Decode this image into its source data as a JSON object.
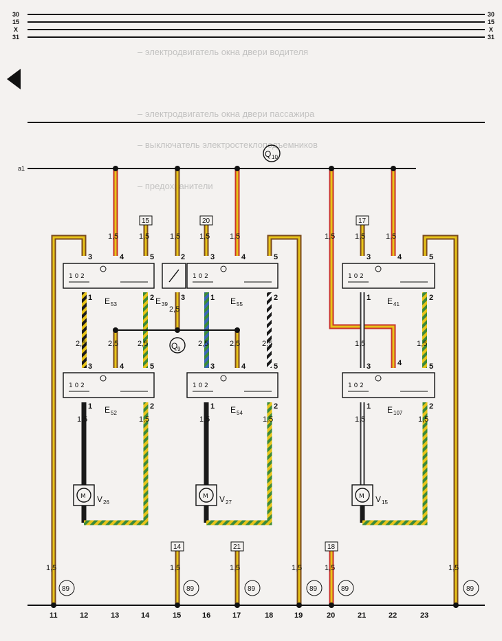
{
  "rails": [
    {
      "left": "30",
      "right": "30"
    },
    {
      "left": "15",
      "right": "15"
    },
    {
      "left": "X",
      "right": "X"
    },
    {
      "left": "31",
      "right": "31"
    }
  ],
  "bus_a1": "a1",
  "fuse_box_q10": {
    "letter": "Q",
    "sub": "10"
  },
  "ground_q9": {
    "letter": "Q",
    "sub": "9"
  },
  "switches": [
    {
      "letter": "E",
      "sub": "53"
    },
    {
      "letter": "E",
      "sub": "39"
    },
    {
      "letter": "E",
      "sub": "55"
    },
    {
      "letter": "E",
      "sub": "41"
    },
    {
      "letter": "E",
      "sub": "52"
    },
    {
      "letter": "E",
      "sub": "54"
    },
    {
      "letter": "E",
      "sub": "107"
    }
  ],
  "motors": [
    {
      "letter": "V",
      "sub": "26"
    },
    {
      "letter": "V",
      "sub": "27"
    },
    {
      "letter": "V",
      "sub": "15"
    }
  ],
  "motor_symbol": "M",
  "wire_gauges": {
    "g15": "1,5",
    "g25": "2,5"
  },
  "pins": {
    "p1": "1",
    "p2": "2",
    "p3": "3",
    "p4": "4",
    "p5": "5",
    "pin_row": "1 0 2"
  },
  "connectors_top": [
    "15",
    "20",
    "17"
  ],
  "connectors_bottom": [
    "14",
    "21",
    "18"
  ],
  "connector_89": "89",
  "column_numbers": [
    "11",
    "12",
    "13",
    "14",
    "15",
    "16",
    "17",
    "18",
    "19",
    "20",
    "21",
    "22",
    "23"
  ],
  "bleed_text": [
    "– электродвигатель окна двери водителя",
    "– электродвигатель окна двери пассажира",
    "– выключатель электростеклоподъемников",
    "– предохранители"
  ],
  "colors": {
    "brown": "#7a4a1e",
    "yellow": "#e8c419",
    "red": "#c9332a",
    "green": "#3b8a3a",
    "black": "#1a1a1a",
    "white": "#f7f7f7",
    "blue": "#3a66b8"
  }
}
